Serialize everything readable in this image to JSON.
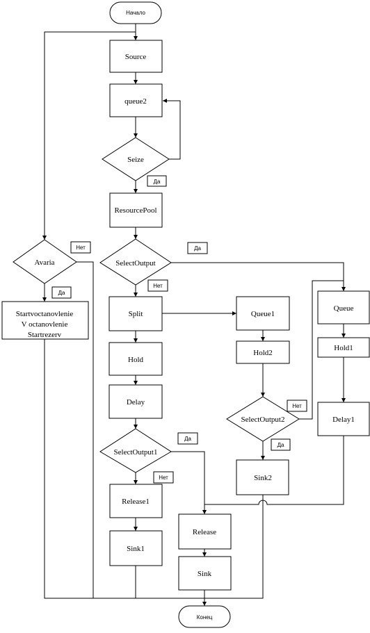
{
  "nodes": {
    "start": "Начало",
    "source": "Source",
    "queue2": "queue2",
    "seize": "Seize",
    "resourcepool": "ResourcePool",
    "selectoutput": "SelectOutput",
    "avaria": "Avaria",
    "startvost_line1": "Startvoctanovlenie",
    "startvost_line2": "V octanovlenie",
    "startvost_line3": "Startrezerv",
    "split": "Split",
    "hold": "Hold",
    "delay": "Delay",
    "selectoutput1": "SelectOutput1",
    "release1": "Release1",
    "sink1": "Sink1",
    "release": "Release",
    "sink": "Sink",
    "queue1": "Queue1",
    "hold2": "Hold2",
    "selectoutput2": "SelectOutput2",
    "sink2": "Sink2",
    "queue": "Queue",
    "hold1": "Hold1",
    "delay1": "Delay1",
    "end": "Конец"
  },
  "labels": {
    "seize_yes": "Да",
    "avaria_no": "Нет",
    "avaria_yes": "Да",
    "selectoutput_yes": "Да",
    "selectoutput_no": "Нет",
    "selectoutput1_yes": "Да",
    "selectoutput1_no": "Нет",
    "selectoutput2_no": "Нет",
    "selectoutput2_yes": "Да"
  }
}
